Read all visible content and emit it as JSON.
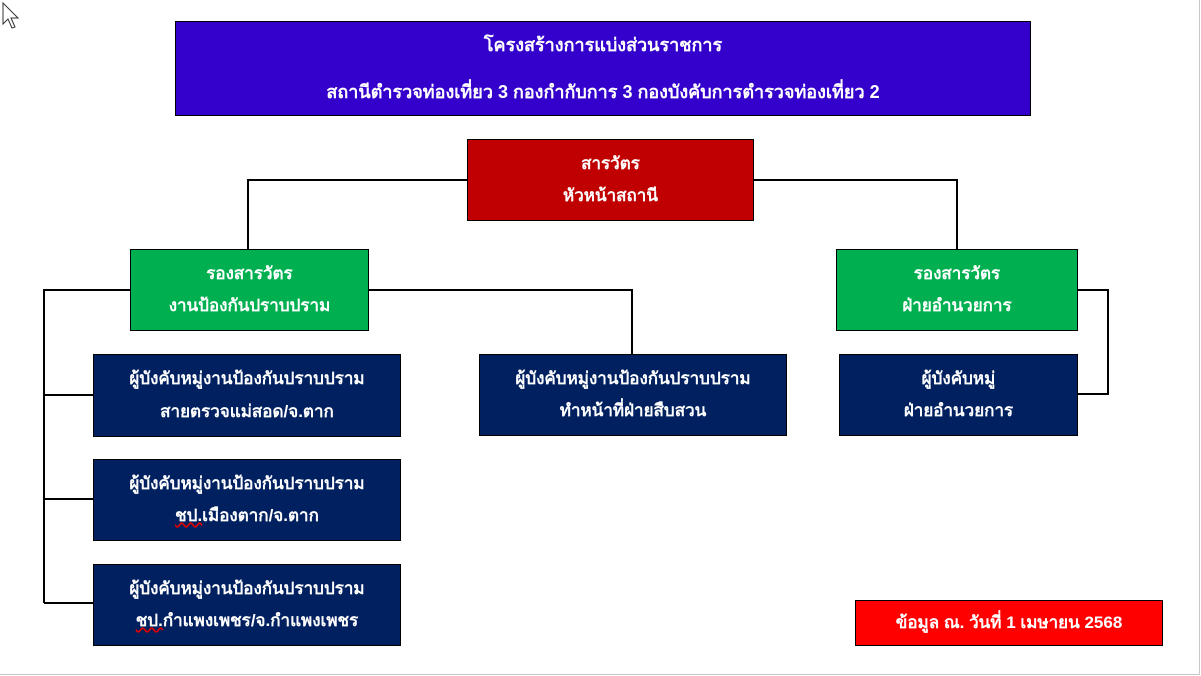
{
  "title": {
    "line1": "โครงสร้างการแบ่งส่วนราชการ",
    "line2": "สถานีตำรวจท่องเที่ยว 3 กองกำกับการ 3 กองบังคับการตำรวจท่องเที่ยว 2"
  },
  "head": {
    "line1": "สารวัตร",
    "line2": "หัวหน้าสถานี"
  },
  "deputy_left": {
    "line1": "รองสารวัตร",
    "line2": "งานป้องกันปราบปราม"
  },
  "deputy_right": {
    "line1": "รองสารวัตร",
    "line2": "ฝ่ายอำนวยการ"
  },
  "sub1": {
    "line1": "ผู้บังคับหมู่งานป้องกันปราบปราม",
    "line2": "สายตรวจแม่สอด/จ.ตาก"
  },
  "sub2": {
    "line1": "ผู้บังคับหมู่งานป้องกันปราบปราม",
    "line2_abbr": "ชป.",
    "line2_rest": "เมืองตาก/จ.ตาก"
  },
  "sub3": {
    "line1": "ผู้บังคับหมู่งานป้องกันปราบปราม",
    "line2_abbr": "ชป.",
    "line2_rest": "กำแพงเพชร/จ.กำแพงเพชร"
  },
  "sub_mid": {
    "line1": "ผู้บังคับหมู่งานป้องกันปราบปราม",
    "line2": "ทำหน้าที่ฝ่ายสืบสวน"
  },
  "sub_right": {
    "line1": "ผู้บังคับหมู่",
    "line2": "ฝ่ายอำนวยการ"
  },
  "date_note": "ข้อมูล ณ. วันที่ 1 เมษายน 2568",
  "colors": {
    "title": "#3300cc",
    "head": "#c00000",
    "deputy": "#00b050",
    "sub": "#002060",
    "note": "#ff0000"
  }
}
